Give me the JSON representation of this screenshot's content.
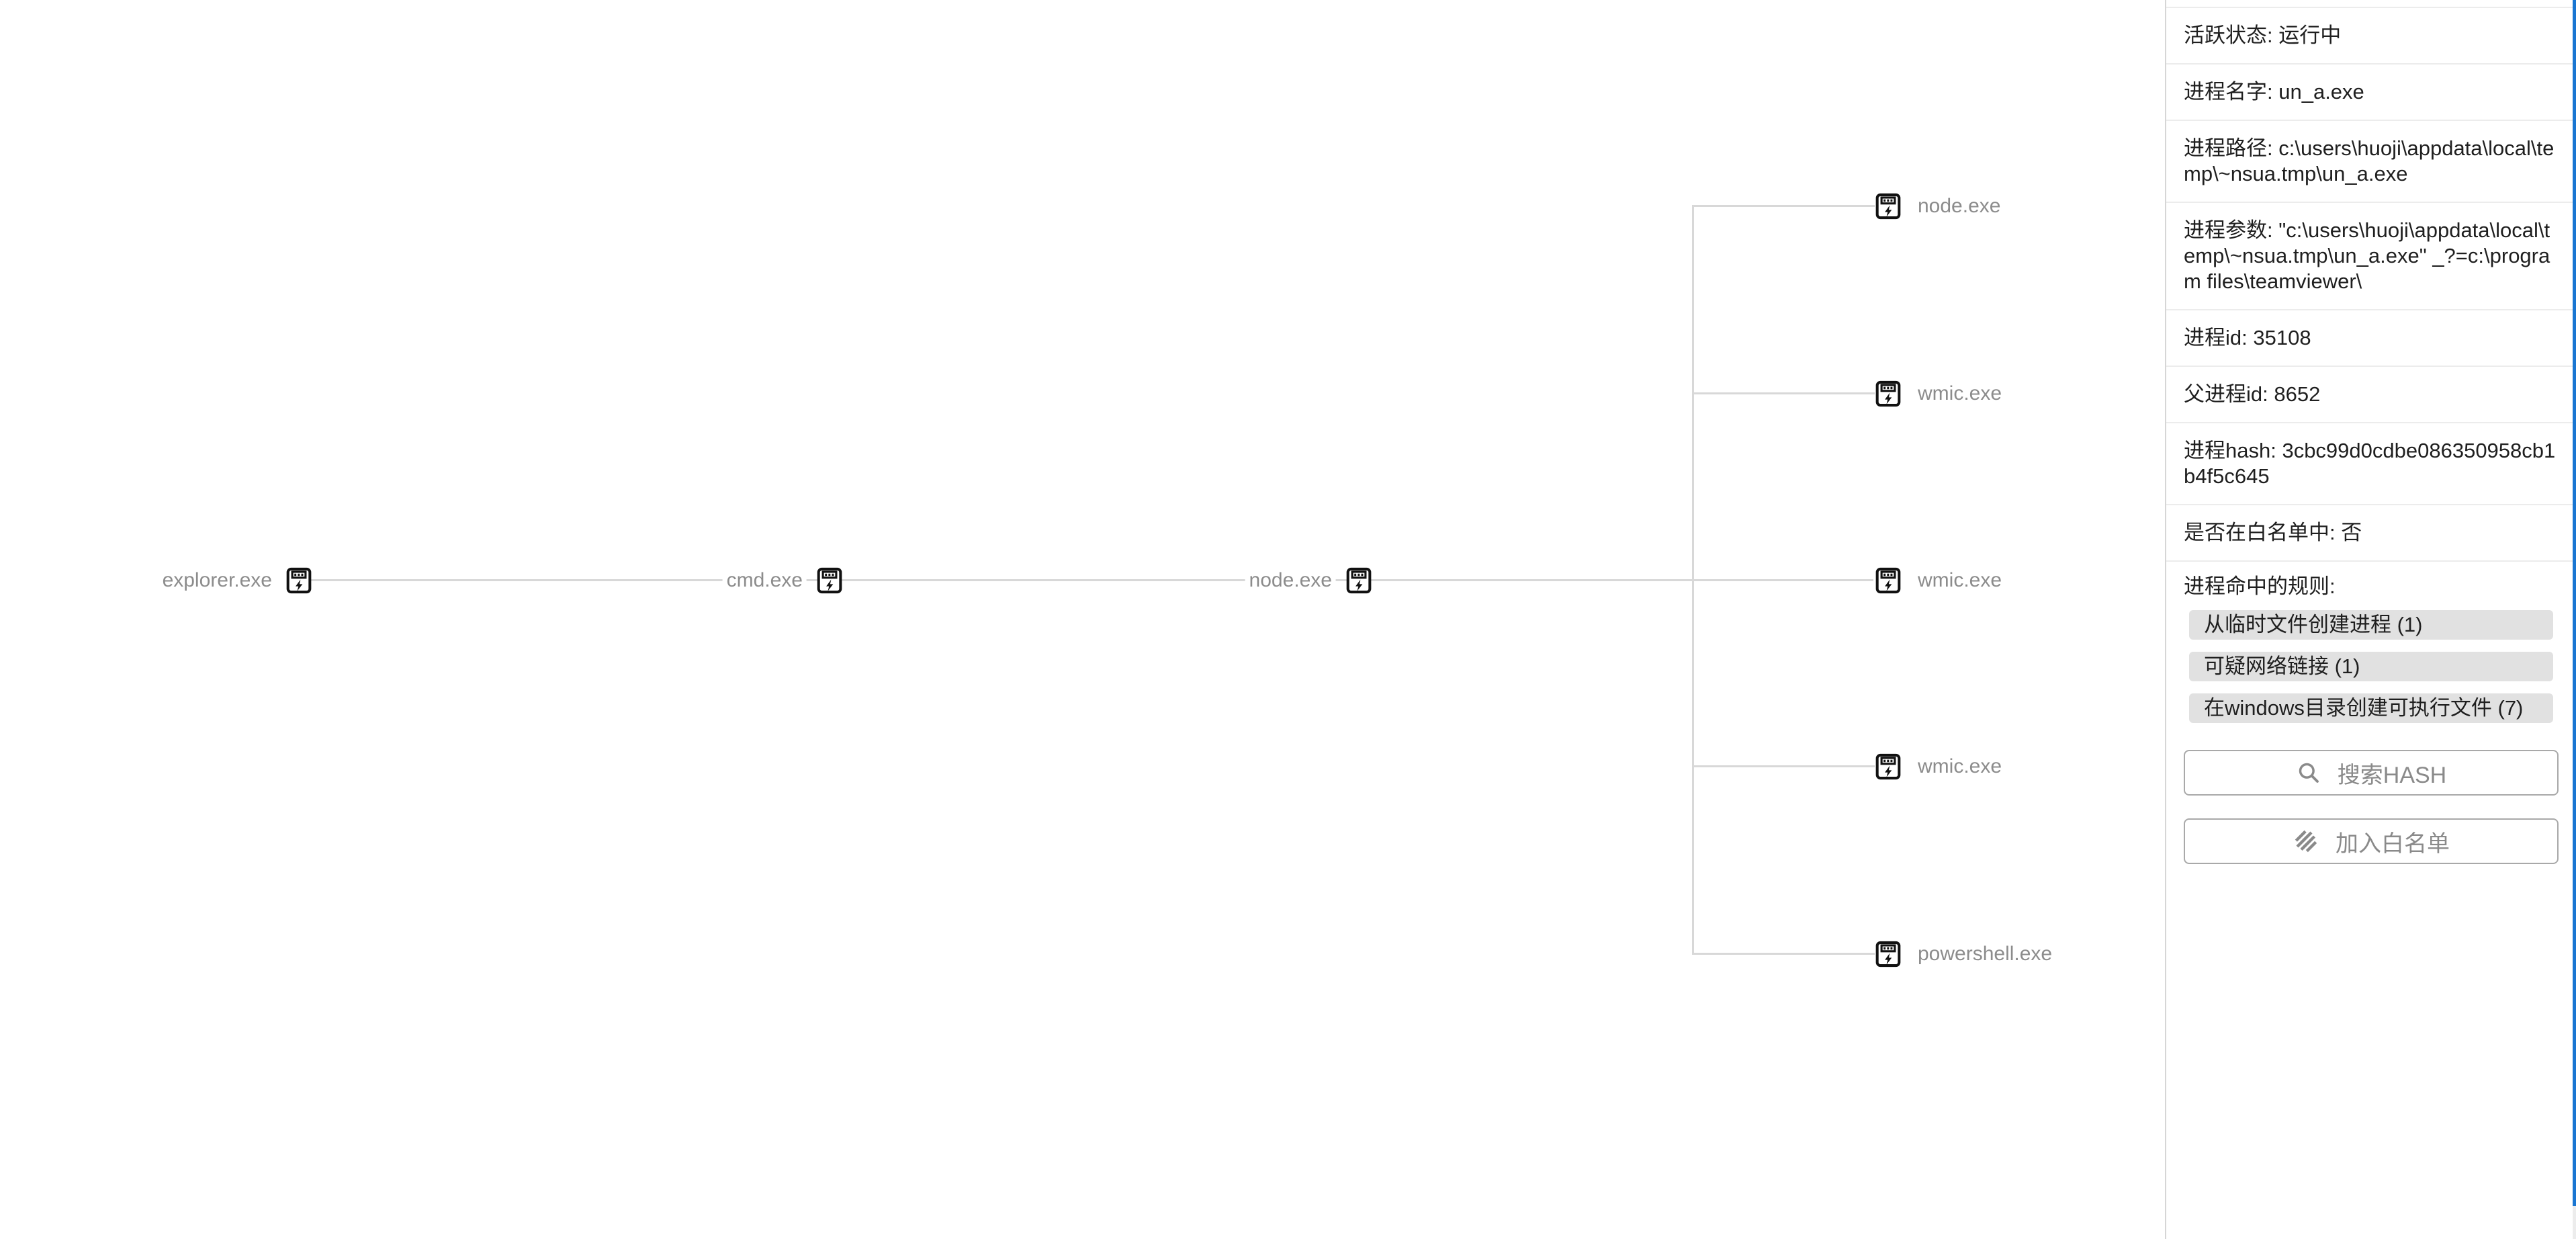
{
  "tree": {
    "ancestors": [
      {
        "label": "explorer.exe"
      },
      {
        "label": "cmd.exe"
      },
      {
        "label": "node.exe"
      }
    ],
    "leaves": [
      {
        "label": "node.exe"
      },
      {
        "label": "wmic.exe"
      },
      {
        "label": "wmic.exe"
      },
      {
        "label": "wmic.exe"
      },
      {
        "label": "powershell.exe"
      }
    ]
  },
  "panel": {
    "rows": [
      "活跃状态: 运行中",
      "进程名字: un_a.exe",
      "进程路径: c:\\users\\huoji\\appdata\\local\\temp\\~nsua.tmp\\un_a.exe",
      "进程参数: \"c:\\users\\huoji\\appdata\\local\\temp\\~nsua.tmp\\un_a.exe\" _?=c:\\program files\\teamviewer\\",
      "进程id: 35108",
      "父进程id: 8652",
      "进程hash: 3cbc99d0cdbe086350958cb1b4f5c645",
      "是否在白名单中: 否"
    ],
    "rules": {
      "label": "进程命中的规则:",
      "chips": [
        "从临时文件创建进程 (1)",
        "可疑网络链接 (1)",
        "在windows目录创建可执行文件 (7)"
      ]
    },
    "buttons": {
      "search_hash": "搜索HASH",
      "add_whitelist": "加入白名单"
    }
  },
  "colors": {
    "accent_blue": "#1976d2",
    "connector_gray": "#d8d8d8",
    "tree_label_gray": "#8c8c8c",
    "chip_bg": "#e1e1e1"
  }
}
